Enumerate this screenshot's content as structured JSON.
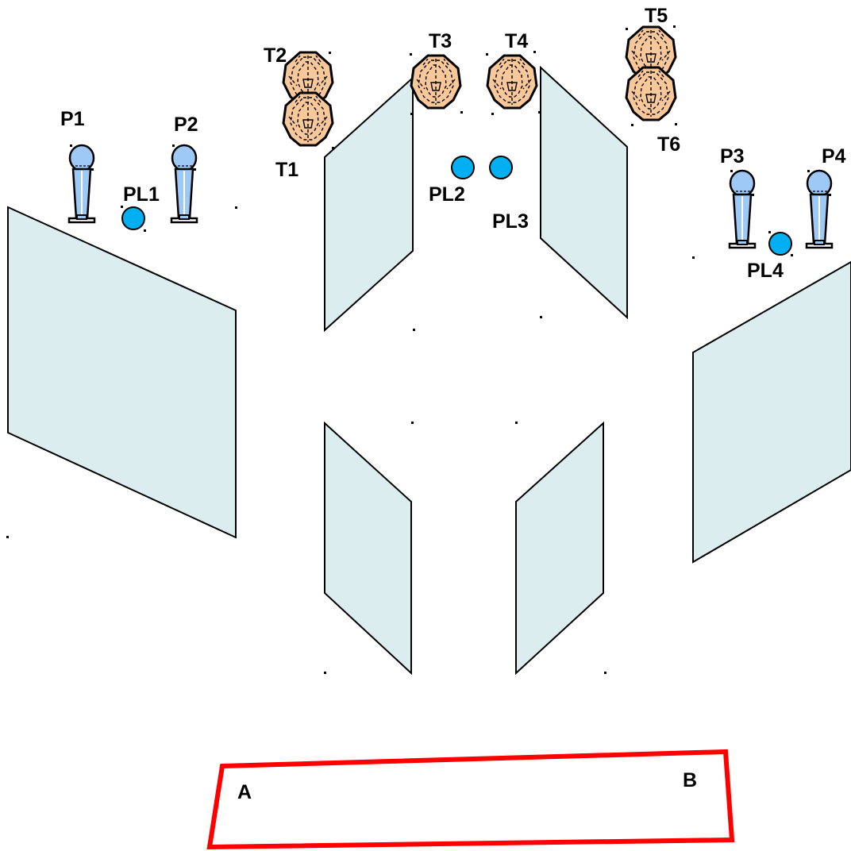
{
  "labels": {
    "p1": "P1",
    "p2": "P2",
    "p3": "P3",
    "p4": "P4",
    "pl1": "PL1",
    "pl2": "PL2",
    "pl3": "PL3",
    "pl4": "PL4",
    "t1": "T1",
    "t2": "T2",
    "t3": "T3",
    "t4": "T4",
    "t5": "T5",
    "t6": "T6",
    "a": "A",
    "b": "B"
  },
  "colors": {
    "wall_fill": "#dcedf0",
    "plate_fill": "#00b0f0",
    "target_fill": "#f8c89a",
    "popper_fill": "#9ec8f5",
    "shooting_box": "#ff0000"
  }
}
